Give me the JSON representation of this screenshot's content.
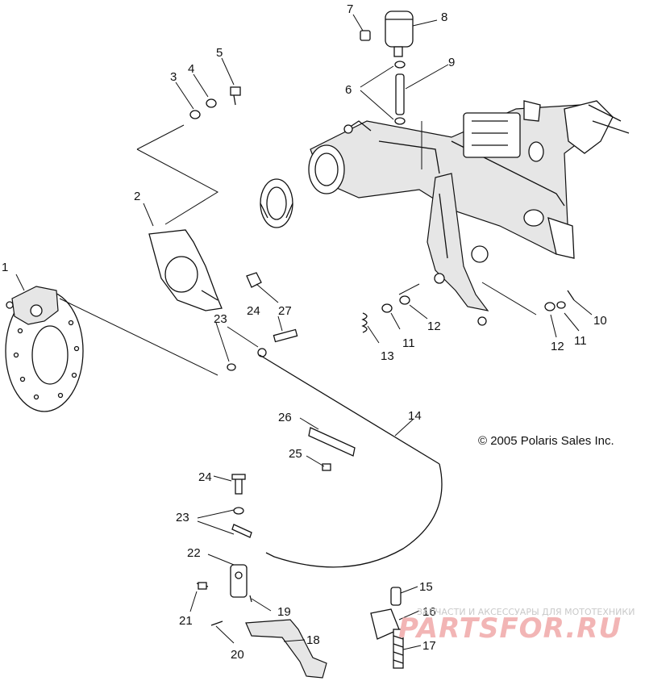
{
  "diagram": {
    "callouts": {
      "p1": "1",
      "p2": "2",
      "p3": "3",
      "p4": "4",
      "p5": "5",
      "p6": "6",
      "p7": "7",
      "p8": "8",
      "p9": "9",
      "p10": "10",
      "p11a": "11",
      "p11b": "11",
      "p12a": "12",
      "p12b": "12",
      "p13": "13",
      "p14": "14",
      "p15": "15",
      "p16": "16",
      "p17": "17",
      "p18": "18",
      "p19": "19",
      "p20": "20",
      "p21": "21",
      "p22": "22",
      "p23a": "23",
      "p23b": "23",
      "p24a": "24",
      "p24b": "24",
      "p25": "25",
      "p26": "26",
      "p27": "27"
    },
    "copyright": "© 2005 Polaris Sales Inc.",
    "watermark_tagline": "ЗАПЧАСТИ И АКСЕССУАРЫ ДЛЯ МОТОТЕХНИКИ",
    "watermark_logo": "PARTSFOR.RU"
  }
}
